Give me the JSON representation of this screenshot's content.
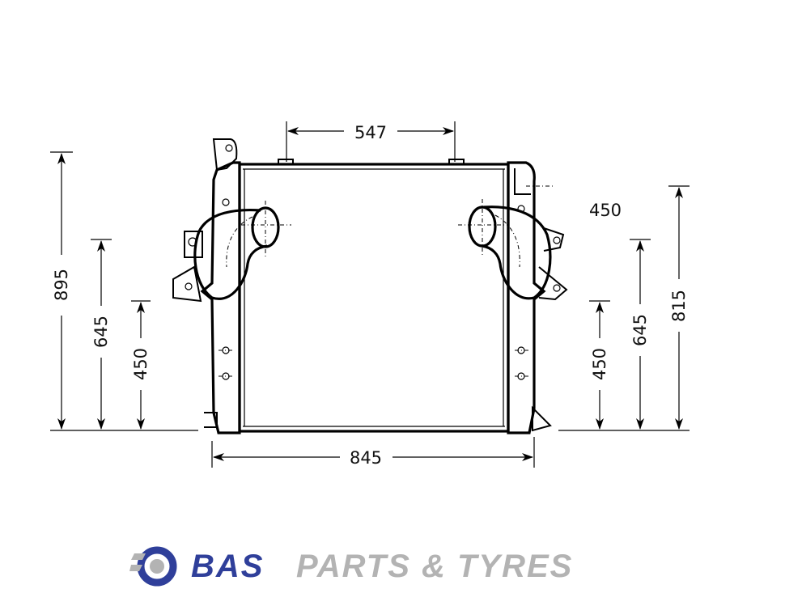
{
  "dimensions": {
    "top_width": "547",
    "bottom_width": "845",
    "left_total": "895",
    "left_mid": "645",
    "left_low": "450",
    "right_total": "815",
    "right_mid": "645",
    "right_low": "450",
    "right_outlet": "450"
  },
  "logo": {
    "brand": "BAS",
    "rest": "PARTS & TYRES",
    "colors": {
      "brand": "#2f3f9a",
      "rest": "#b3b3b3"
    }
  }
}
